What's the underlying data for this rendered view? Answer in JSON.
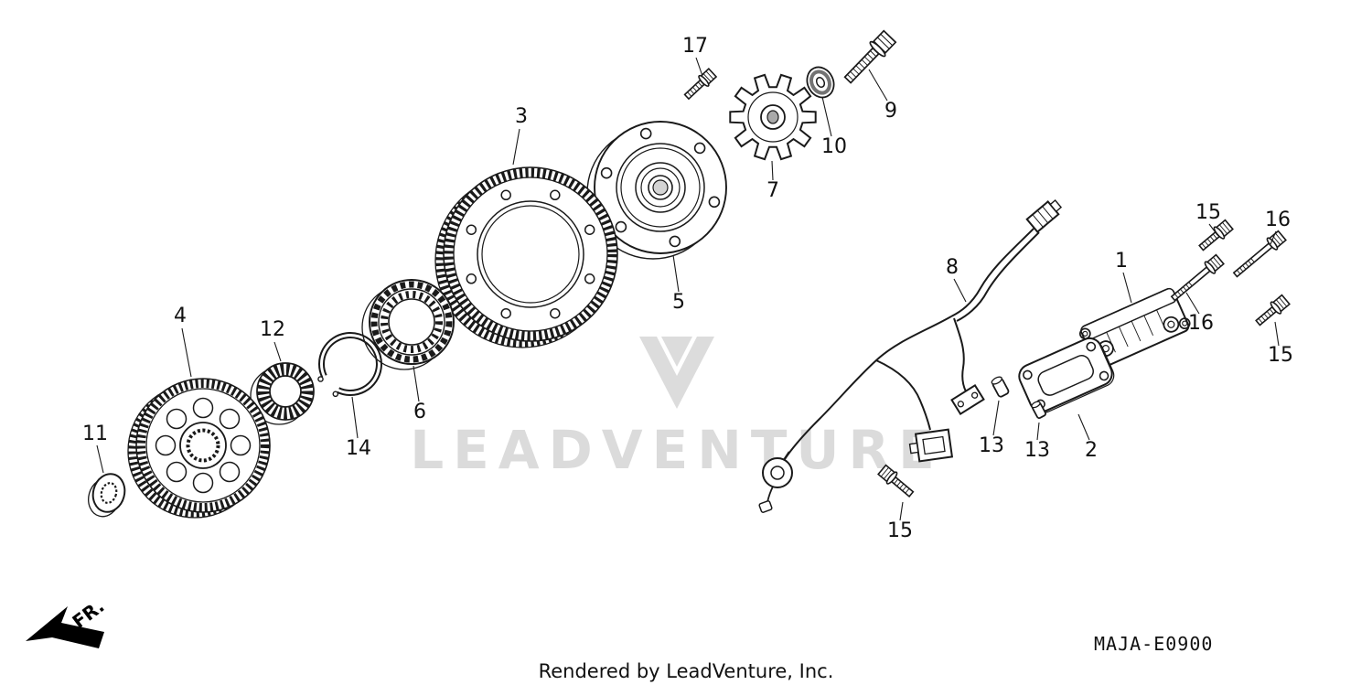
{
  "page": {
    "watermark_text": "LEADVENTURE",
    "footer_credit": "Rendered by LeadVenture, Inc.",
    "diagram_code": "MAJA-E0900",
    "direction_label": "FR."
  },
  "colors": {
    "line": "#1a1a1a",
    "watermark": "#d8d8d8",
    "background": "#ffffff"
  },
  "callouts": [
    {
      "id": "17"
    },
    {
      "id": "3"
    },
    {
      "id": "9"
    },
    {
      "id": "10"
    },
    {
      "id": "7"
    },
    {
      "id": "5"
    },
    {
      "id": "8"
    },
    {
      "id": "1"
    },
    {
      "id": "15"
    },
    {
      "id": "16"
    },
    {
      "id": "16"
    },
    {
      "id": "15"
    },
    {
      "id": "4"
    },
    {
      "id": "12"
    },
    {
      "id": "14"
    },
    {
      "id": "6"
    },
    {
      "id": "11"
    },
    {
      "id": "13"
    },
    {
      "id": "13"
    },
    {
      "id": "2"
    },
    {
      "id": "15"
    }
  ]
}
